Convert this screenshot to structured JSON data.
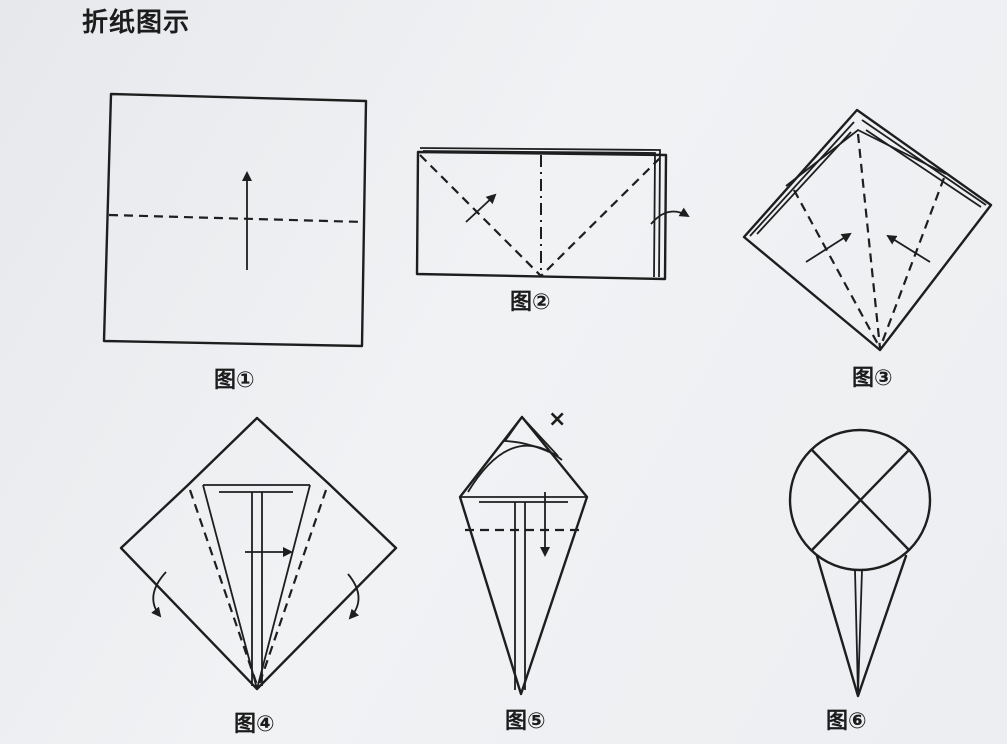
{
  "title": "折纸图示",
  "figures": [
    {
      "label": "图①"
    },
    {
      "label": "图②"
    },
    {
      "label": "图③"
    },
    {
      "label": "图④"
    },
    {
      "label": "图⑤"
    },
    {
      "label": "图⑥"
    }
  ],
  "marks": {
    "cut_mark": "×"
  },
  "colors": {
    "paper": "#eef0f3",
    "ink": "#1e1e1e"
  }
}
